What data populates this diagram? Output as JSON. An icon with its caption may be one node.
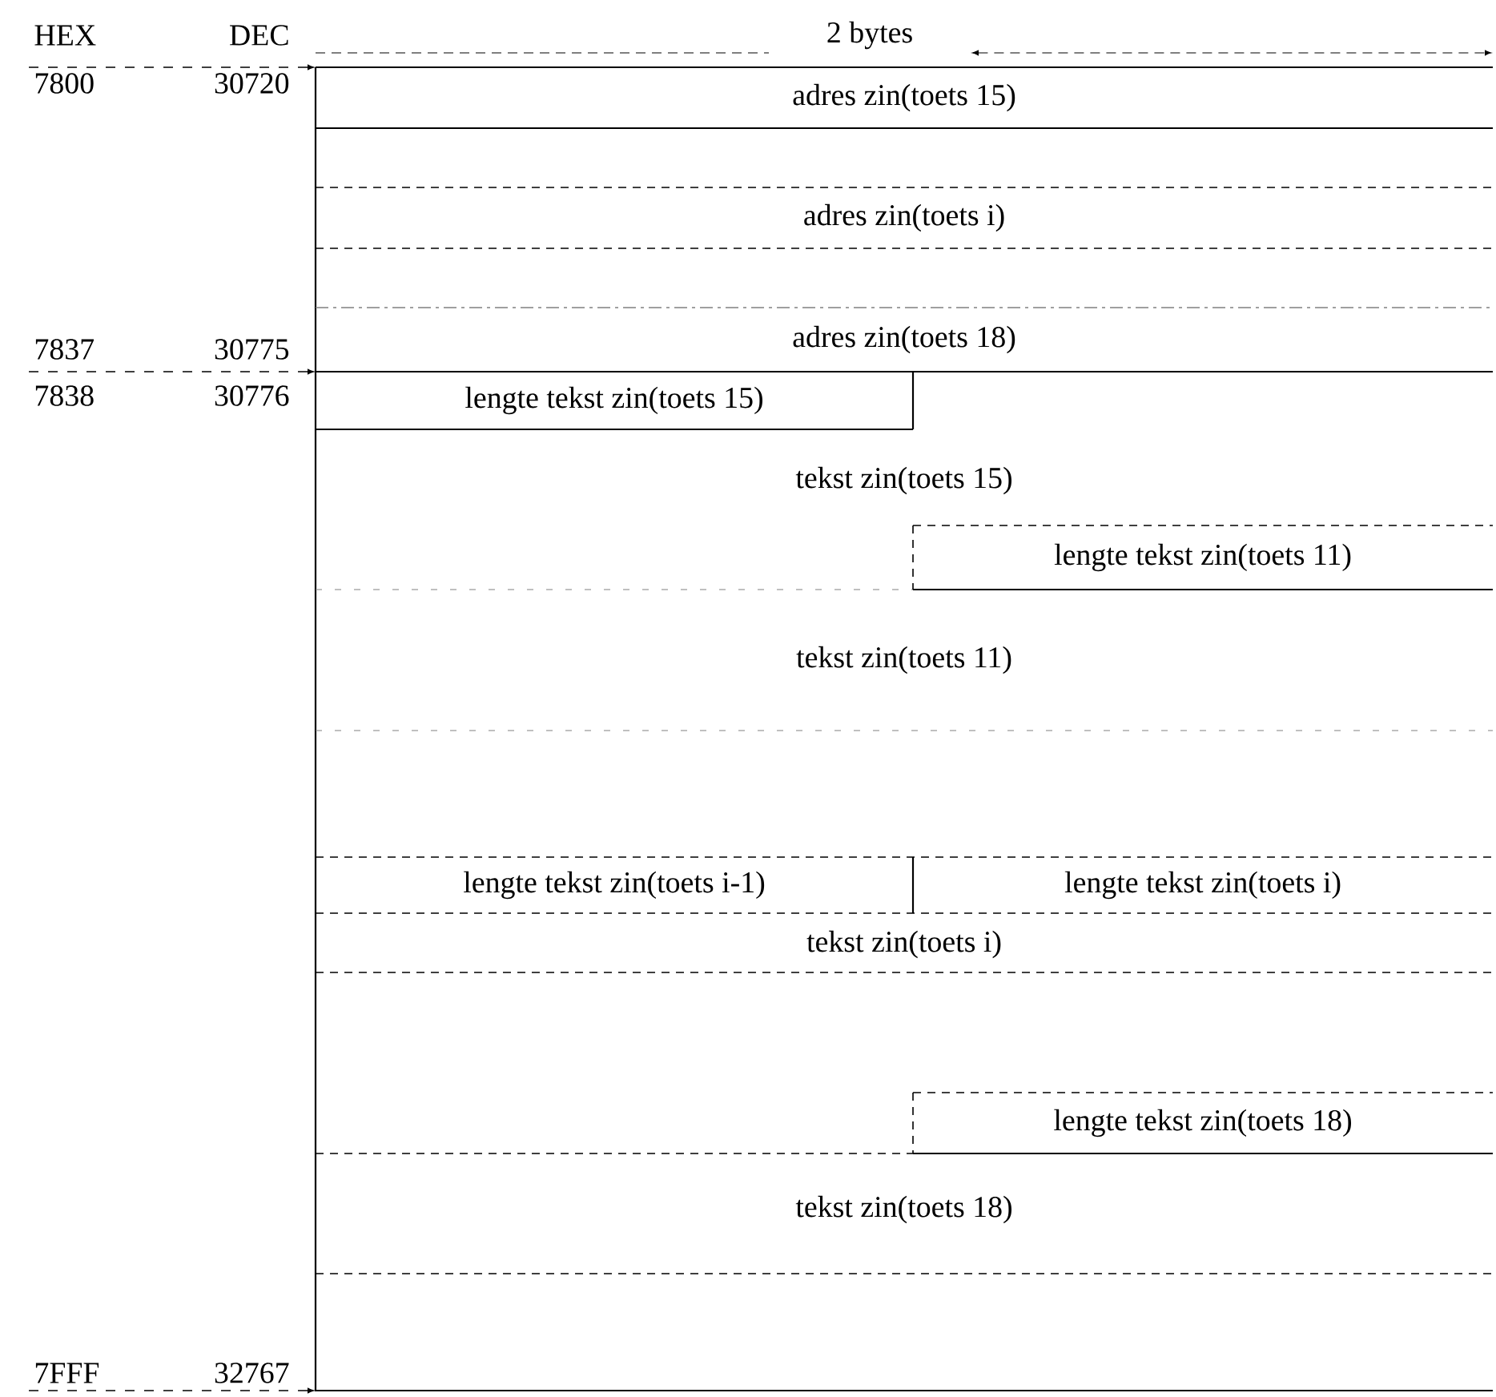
{
  "diagram": {
    "nodes": [
      {
        "text": [
          "adres zin(toets 15)"
        ]
      },
      {
        "text": [
          "adres zin(toets i)"
        ]
      },
      {
        "text": [
          "adres zin(toets 18)"
        ]
      },
      {
        "text": [
          "lengte tekst zin(toets 15)"
        ]
      },
      {
        "text": [
          "tekst zin(toets 15)"
        ]
      },
      {
        "text": [
          "lengte tekst zin(toets 11)"
        ]
      },
      {
        "text": [
          "tekst zin(toets 11)"
        ]
      },
      {
        "text": [
          "lengte tekst zin(toets i-1)"
        ]
      },
      {
        "text": [
          "lengte tekst zin(toets i)"
        ]
      },
      {
        "text": [
          "tekst zin(toets i)"
        ]
      },
      {
        "text": [
          "lengte tekst zin(toets 18)"
        ]
      },
      {
        "text": [
          "tekst zin(toets 18)"
        ]
      }
    ],
    "labels": [
      "HEX",
      "DEC",
      "2 bytes",
      "7800",
      "30720",
      "7837",
      "30775",
      "7838",
      "30776",
      "7FFF",
      "32767"
    ]
  }
}
